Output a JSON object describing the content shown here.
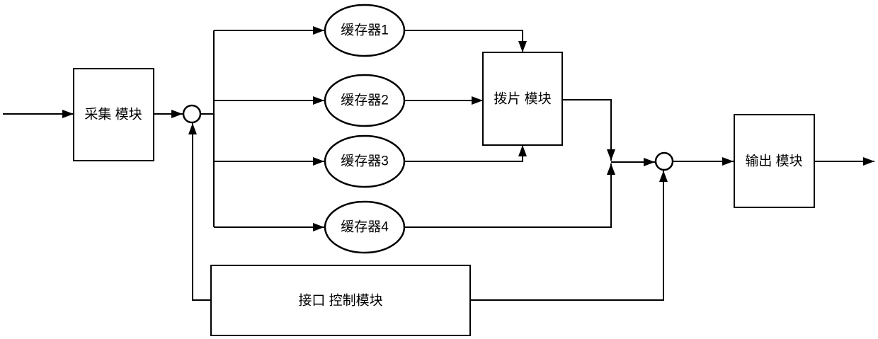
{
  "diagram": {
    "type": "block-flow-diagram",
    "colors": {
      "line": "#000000",
      "shape_fill": "#ffffff",
      "background": "#ffffff"
    },
    "nodes": {
      "collector": {
        "label": "采集 模块",
        "shape": "rect"
      },
      "buffer1": {
        "label": "缓存器1",
        "shape": "ellipse"
      },
      "buffer2": {
        "label": "缓存器2",
        "shape": "ellipse"
      },
      "buffer3": {
        "label": "缓存器3",
        "shape": "ellipse"
      },
      "buffer4": {
        "label": "缓存器4",
        "shape": "ellipse"
      },
      "paddle": {
        "label": "拨片 模块",
        "shape": "rect"
      },
      "output": {
        "label": "输出 模块",
        "shape": "rect"
      },
      "interface_control": {
        "label": "接口 控制模块",
        "shape": "rect"
      },
      "junction_left": {
        "label": "",
        "shape": "circle"
      },
      "junction_right": {
        "label": "",
        "shape": "circle"
      }
    },
    "edges": [
      {
        "from": "external-input",
        "to": "collector"
      },
      {
        "from": "collector",
        "to": "junction_left"
      },
      {
        "from": "junction_left",
        "to": "buffer1"
      },
      {
        "from": "junction_left",
        "to": "buffer2"
      },
      {
        "from": "junction_left",
        "to": "buffer3"
      },
      {
        "from": "junction_left",
        "to": "buffer4"
      },
      {
        "from": "buffer1",
        "to": "paddle",
        "enters": "top"
      },
      {
        "from": "buffer2",
        "to": "paddle",
        "enters": "left"
      },
      {
        "from": "buffer3",
        "to": "paddle",
        "enters": "bottom"
      },
      {
        "from": "paddle",
        "to": "junction_right"
      },
      {
        "from": "buffer4",
        "to": "junction_right"
      },
      {
        "from": "junction_right",
        "to": "output"
      },
      {
        "from": "output",
        "to": "external-output"
      },
      {
        "from": "interface_control",
        "to": "junction_left",
        "enters": "bottom"
      },
      {
        "from": "interface_control",
        "to": "junction_right",
        "enters": "bottom"
      }
    ]
  }
}
